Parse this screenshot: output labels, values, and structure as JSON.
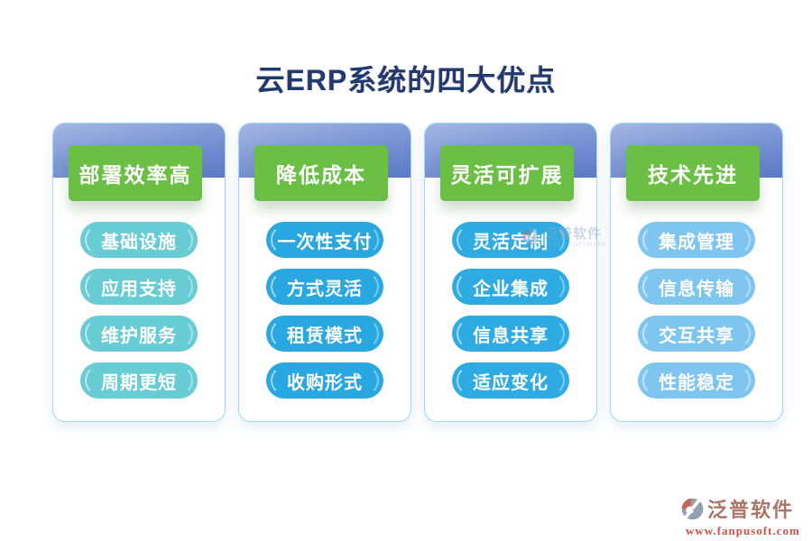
{
  "title": {
    "text": "云ERP系统的四大优点",
    "color": "#1e3a6e"
  },
  "columns": [
    {
      "header": "部署效率高",
      "pill_color": "#68ccd5",
      "items": [
        "基础设施",
        "应用支持",
        "维护服务",
        "周期更短"
      ]
    },
    {
      "header": "降低成本",
      "pill_color": "#29a7e0",
      "items": [
        "一次性支付",
        "方式灵活",
        "租赁模式",
        "收购形式"
      ]
    },
    {
      "header": "灵活可扩展",
      "pill_color": "#2fabe3",
      "items": [
        "灵活定制",
        "企业集成",
        "信息共享",
        "适应变化"
      ]
    },
    {
      "header": "技术先进",
      "pill_color": "#7ec6ef",
      "items": [
        "集成管理",
        "信息传输",
        "交互共享",
        "性能稳定"
      ]
    }
  ],
  "colors": {
    "header_green": "#6cbf45",
    "band_gradient_from": "#a6b6e3",
    "band_gradient_to": "#5a78c7",
    "card_border": "#9bd9f5",
    "logo_red": "#c2685a",
    "logo_gray": "#93a0b4"
  },
  "watermark_center": {
    "brand": "泛普软件",
    "sub": "FANPU SOFTWARE"
  },
  "watermark_bottom": {
    "brand": "泛普软件",
    "url": "www.fanpusoft.com"
  }
}
